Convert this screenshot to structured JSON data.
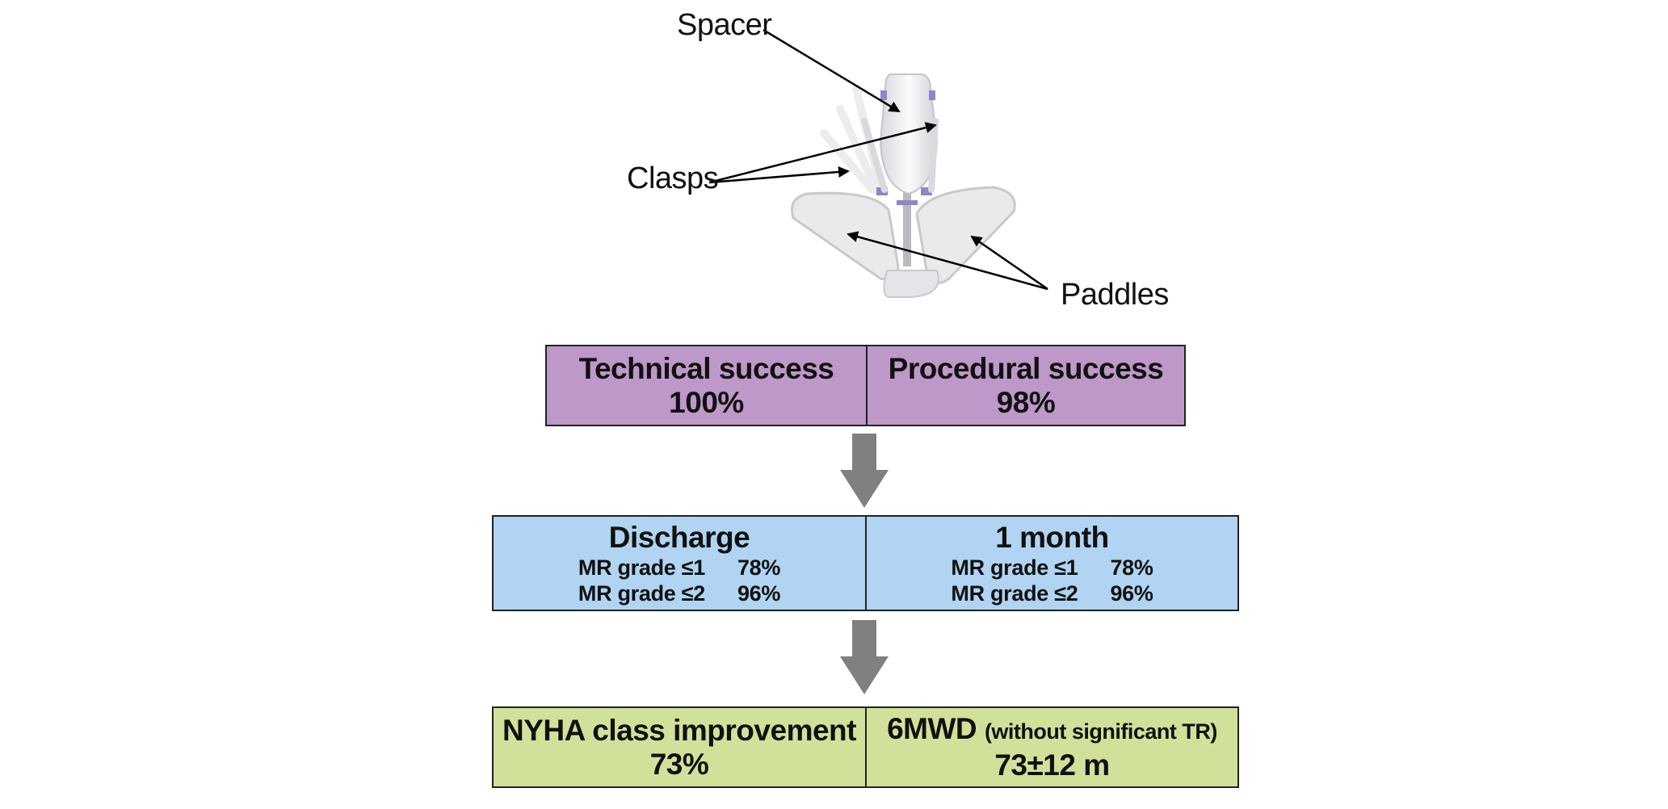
{
  "labels": {
    "spacer": "Spacer",
    "clasps": "Clasps",
    "paddles": "Paddles"
  },
  "success": {
    "technical_label": "Technical success",
    "technical_value": "100%",
    "procedural_label": "Procedural success",
    "procedural_value": "98%"
  },
  "mr": {
    "discharge": {
      "title": "Discharge",
      "rows": [
        {
          "label": "MR grade ≤1",
          "value": "78%"
        },
        {
          "label": "MR grade ≤2",
          "value": "96%"
        }
      ]
    },
    "one_month": {
      "title": "1 month",
      "rows": [
        {
          "label": "MR grade ≤1",
          "value": "78%"
        },
        {
          "label": "MR grade ≤2",
          "value": "96%"
        }
      ]
    }
  },
  "outcome": {
    "nyha_label": "NYHA class improvement",
    "nyha_value": "73%",
    "sixmwd_label": "6MWD",
    "sixmwd_note": "(without significant TR)",
    "sixmwd_value": "73±12 m"
  },
  "colors": {
    "success_box": "#bd98c8",
    "mr_box": "#b0d4f1",
    "outcome_box": "#d1e19a",
    "arrow": "#808080"
  }
}
